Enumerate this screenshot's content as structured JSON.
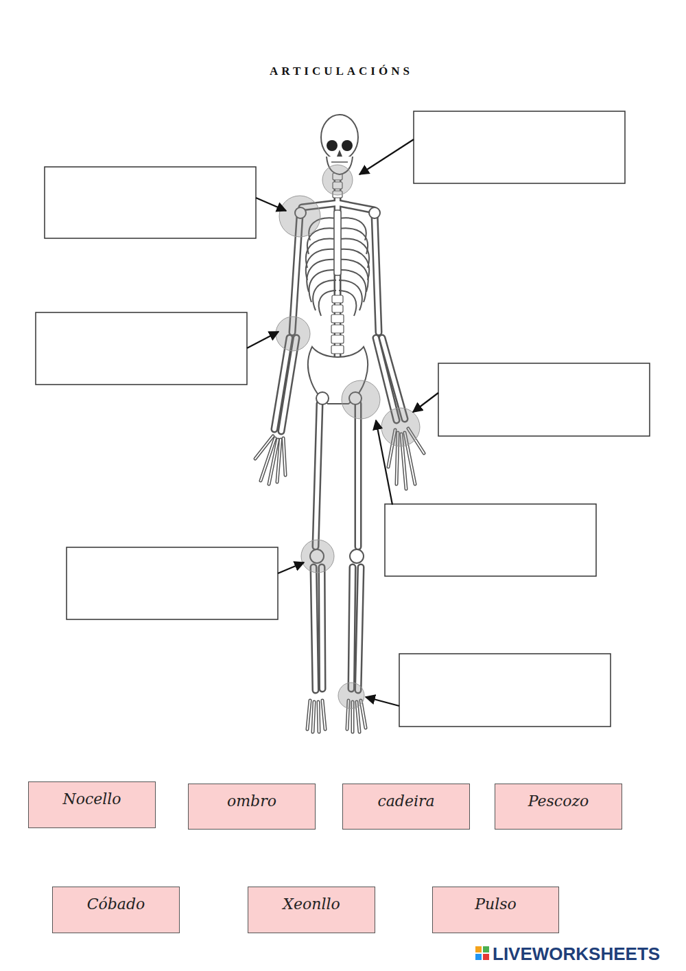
{
  "diagram": {
    "title": "ARTICULACIÓNS",
    "nodes": [
      {
        "text": [
          "Nocello"
        ]
      },
      {
        "text": [
          "ombro"
        ]
      },
      {
        "text": [
          "cadeira"
        ]
      },
      {
        "text": [
          "Pescozo"
        ]
      },
      {
        "text": [
          "Cóbado"
        ]
      },
      {
        "text": [
          "Xeonllo"
        ]
      },
      {
        "text": [
          "Pulso"
        ]
      }
    ],
    "labels": [
      "LIVEWORKSHEETS"
    ]
  }
}
